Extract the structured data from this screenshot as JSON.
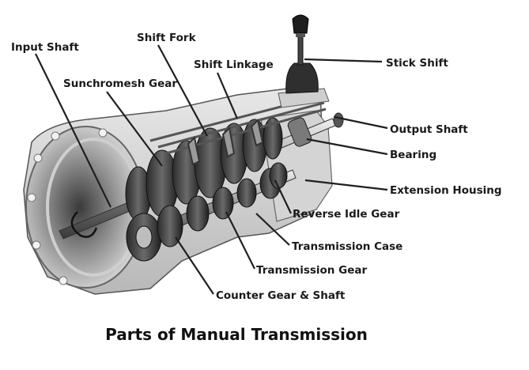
{
  "labels": {
    "input_shaft": "Input Shaft",
    "shift_fork": "Shift Fork",
    "shift_linkage": "Shift Linkage",
    "sunchromesh_gear": "Sunchromesh Gear",
    "stick_shift": "Stick Shift",
    "output_shaft": "Output Shaft",
    "bearing": "Bearing",
    "extension_housing": "Extension Housing",
    "reverse_idle_gear": "Reverse Idle Gear",
    "transmission_case": "Transmission Case",
    "transmission_gear": "Transmission Gear",
    "counter_gear_shaft": "Counter Gear & Shaft"
  },
  "caption": "Parts of Manual Transmission"
}
